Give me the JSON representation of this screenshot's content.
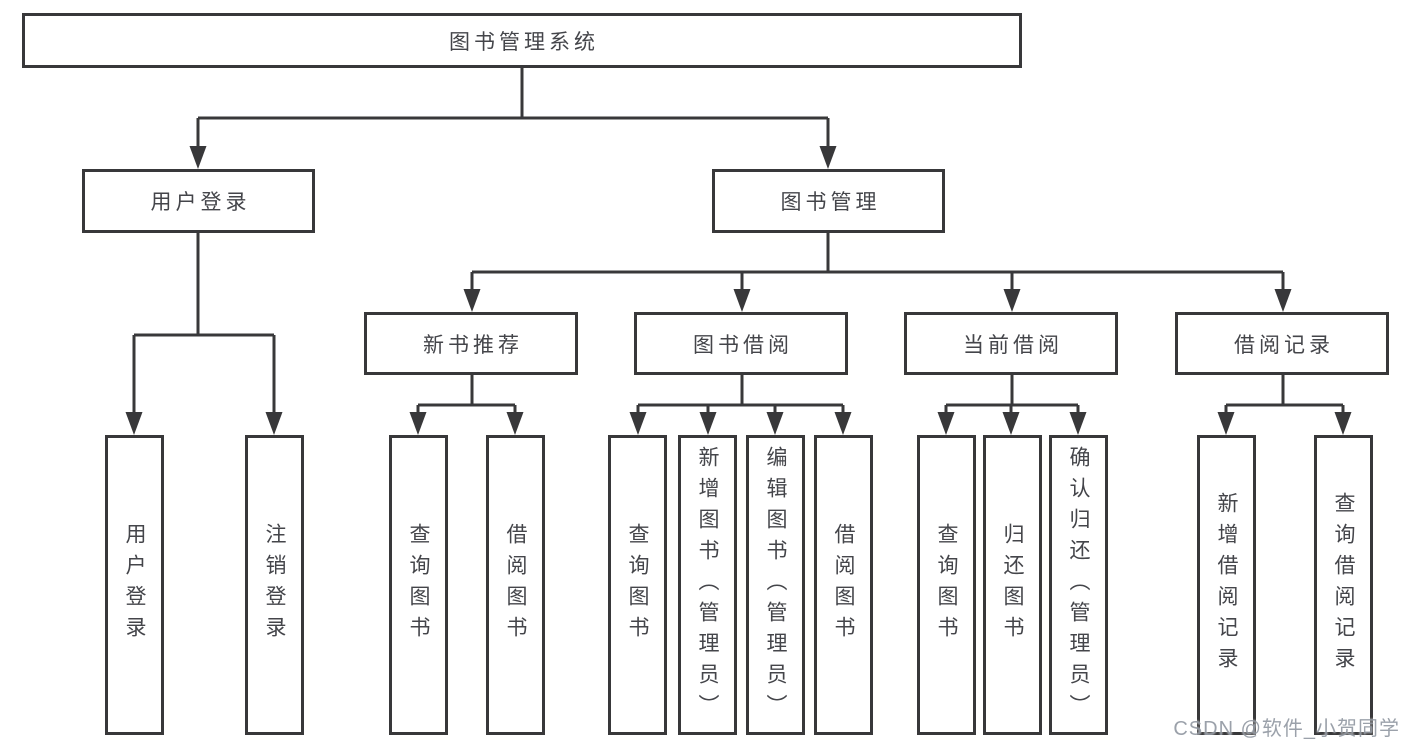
{
  "diagram": {
    "title": "图书管理系统",
    "branches": [
      {
        "label": "用户登录",
        "children": [
          {
            "label": "用户登录"
          },
          {
            "label": "注销登录"
          }
        ]
      },
      {
        "label": "图书管理",
        "children": [
          {
            "label": "新书推荐",
            "children": [
              {
                "label": "查询图书"
              },
              {
                "label": "借阅图书"
              }
            ]
          },
          {
            "label": "图书借阅",
            "children": [
              {
                "label": "查询图书"
              },
              {
                "label": "新增图书（管理员）"
              },
              {
                "label": "编辑图书（管理员）"
              },
              {
                "label": "借阅图书"
              }
            ]
          },
          {
            "label": "当前借阅",
            "children": [
              {
                "label": "查询图书"
              },
              {
                "label": "归还图书"
              },
              {
                "label": "确认归还（管理员）"
              }
            ]
          },
          {
            "label": "借阅记录",
            "children": [
              {
                "label": "新增借阅记录"
              },
              {
                "label": "查询借阅记录"
              }
            ]
          }
        ]
      }
    ]
  },
  "watermark": "CSDN @软件_小贺同学",
  "colors": {
    "line": "#38383a",
    "box_border": "#38383a",
    "box_text": "#44454a",
    "background": "#ffffff",
    "watermark_text": "#8a909b"
  }
}
